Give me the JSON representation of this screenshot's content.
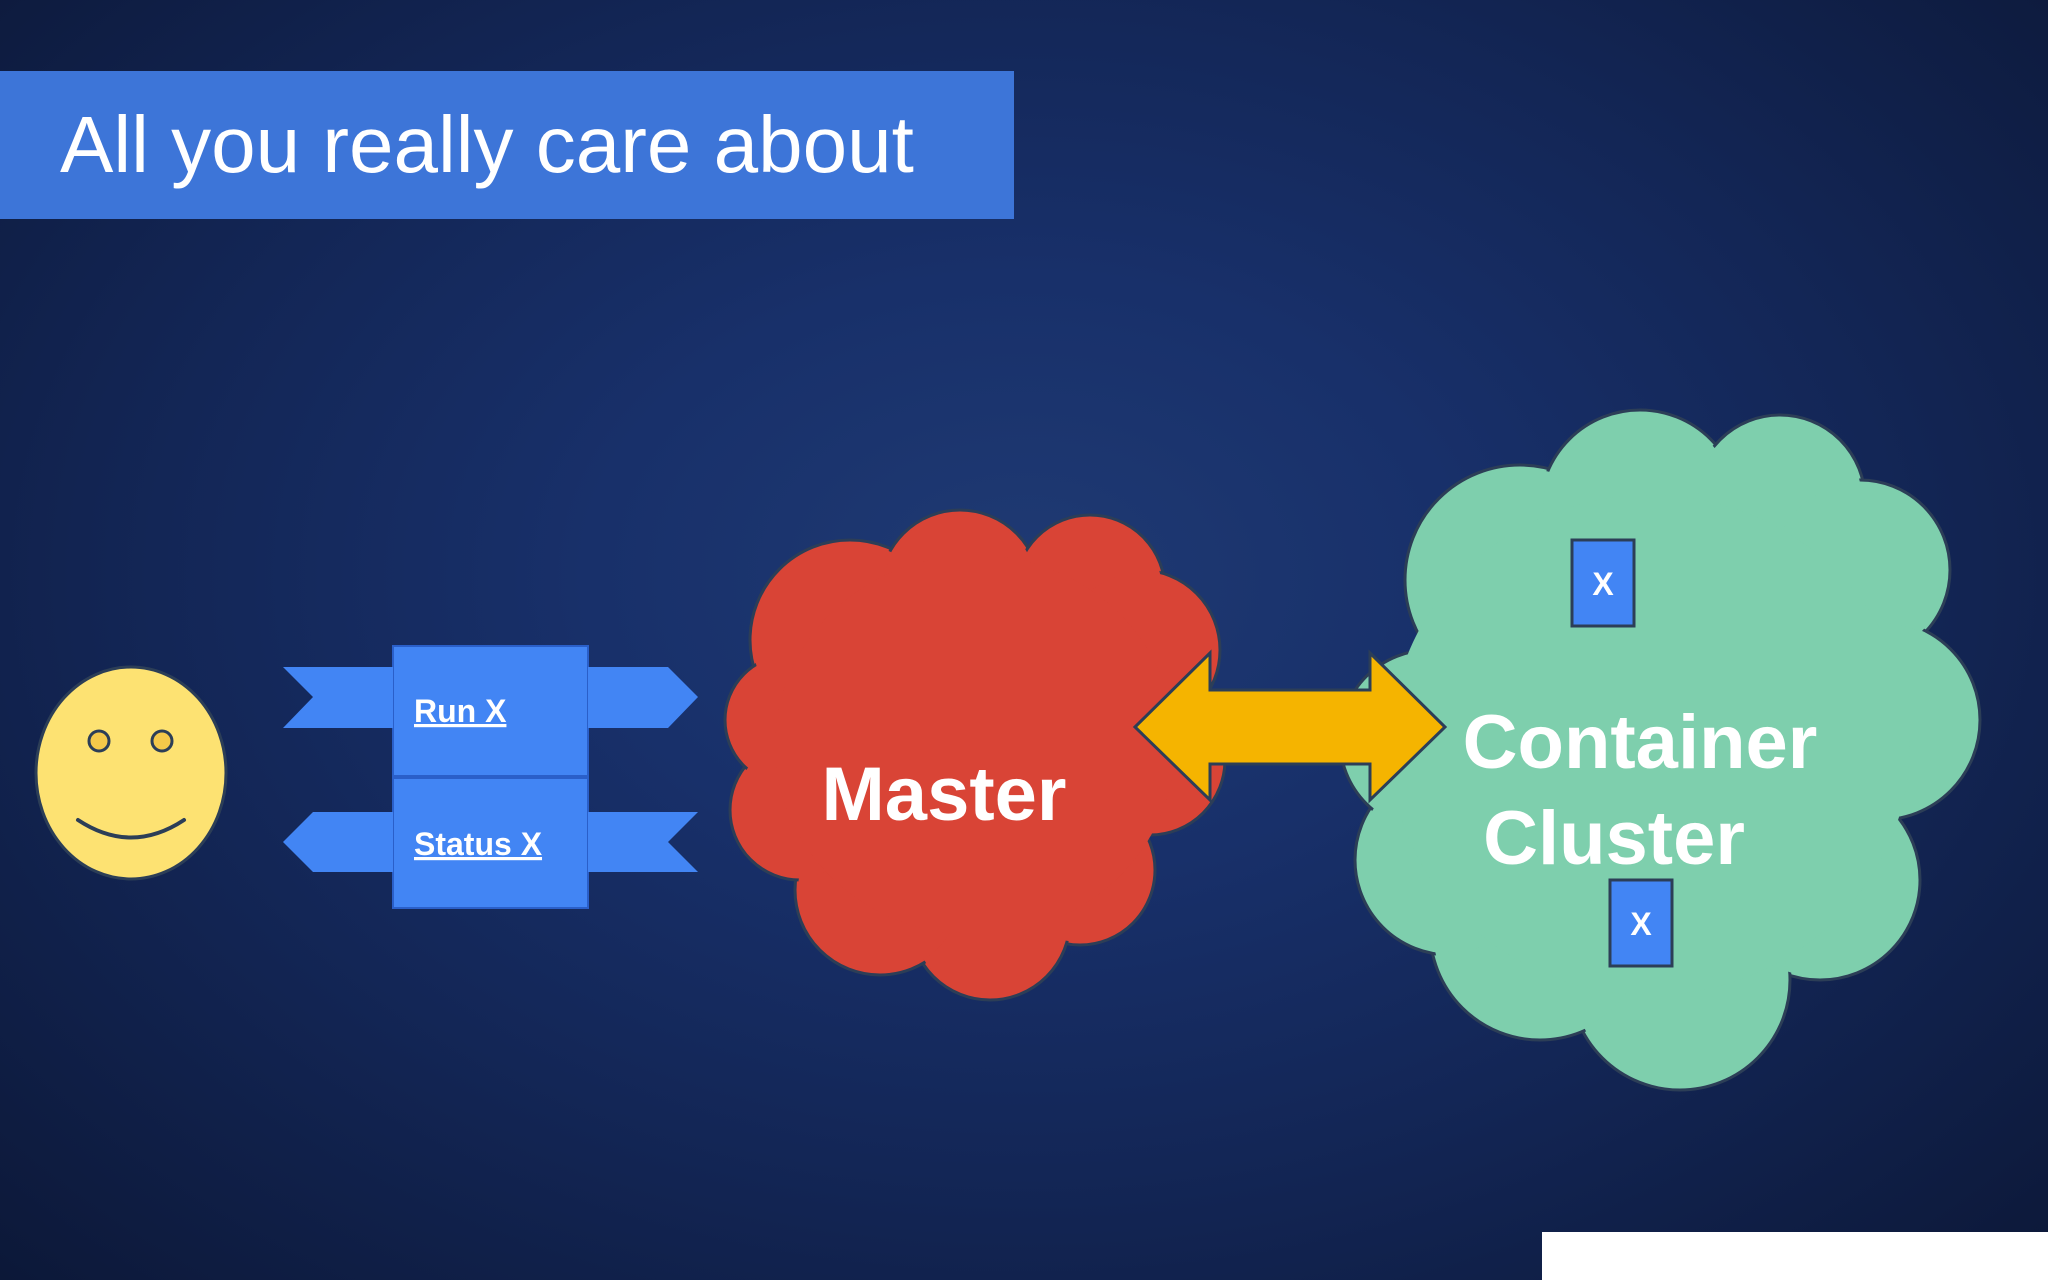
{
  "slide": {
    "title": "All you really care about"
  },
  "diagram": {
    "run_label": "Run X",
    "status_label": "Status X",
    "master_label": "Master",
    "cluster_label_line1": "Container",
    "cluster_label_line2": "Cluster",
    "container_top_label": "X",
    "container_bottom_label": "X"
  },
  "colors": {
    "title_bar": "#3d75d8",
    "smiley": "#fde272",
    "ribbon": "#4285f4",
    "master_cloud": "#d94436",
    "cluster_cloud": "#7ecfad",
    "double_arrow": "#f5b400",
    "container_box": "#4285f4"
  },
  "icons": [
    "smiley-face-icon",
    "cloud-icon",
    "double-arrow-icon"
  ]
}
